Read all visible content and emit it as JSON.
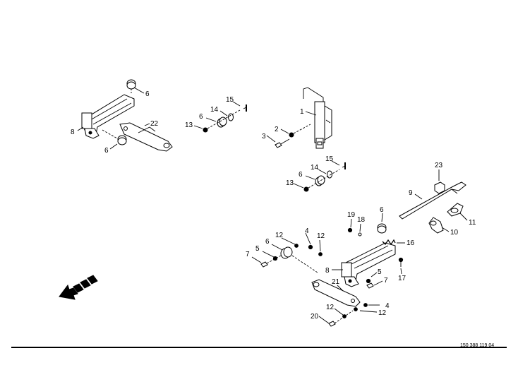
{
  "document_number": "150 388 119 04",
  "callouts": {
    "a6": "6",
    "a8": "8",
    "a22": "22",
    "a6b": "6",
    "b15": "15",
    "b14": "14",
    "b6": "6",
    "b13": "13",
    "c1": "1",
    "c2": "2",
    "c3": "3",
    "d15": "15",
    "d14": "14",
    "d6": "6",
    "d13": "13",
    "e23": "23",
    "e9": "9",
    "e11": "11",
    "e10": "10",
    "f19": "19",
    "f18": "18",
    "f6": "6",
    "f16": "16",
    "f17": "17",
    "f4": "4",
    "f12": "12",
    "f12b": "12",
    "f6b": "6",
    "f5": "5",
    "f7": "7",
    "f8": "8",
    "f21": "21",
    "f5b": "5",
    "f7b": "7",
    "f12c": "12",
    "f4b": "4",
    "f12d": "12",
    "f20": "20"
  }
}
